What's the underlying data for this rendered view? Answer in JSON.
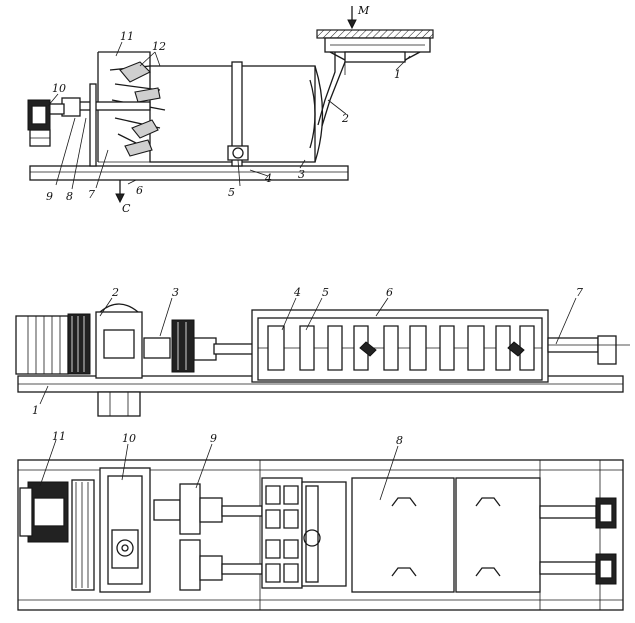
{
  "figure1": {
    "labels": {
      "m": "M",
      "c": "C",
      "n1": "1",
      "n2": "2",
      "n3": "3",
      "n4": "4",
      "n5": "5",
      "n6": "6",
      "n7": "7",
      "n8": "8",
      "n9": "9",
      "n10": "10",
      "n11": "11",
      "n12": "12"
    }
  },
  "figure2": {
    "labels": {
      "n1": "1",
      "n2": "2",
      "n3": "3",
      "n4": "4",
      "n5": "5",
      "n6": "6",
      "n7": "7"
    }
  },
  "figure3": {
    "labels": {
      "n8": "8",
      "n9": "9",
      "n10": "10",
      "n11": "11"
    }
  }
}
